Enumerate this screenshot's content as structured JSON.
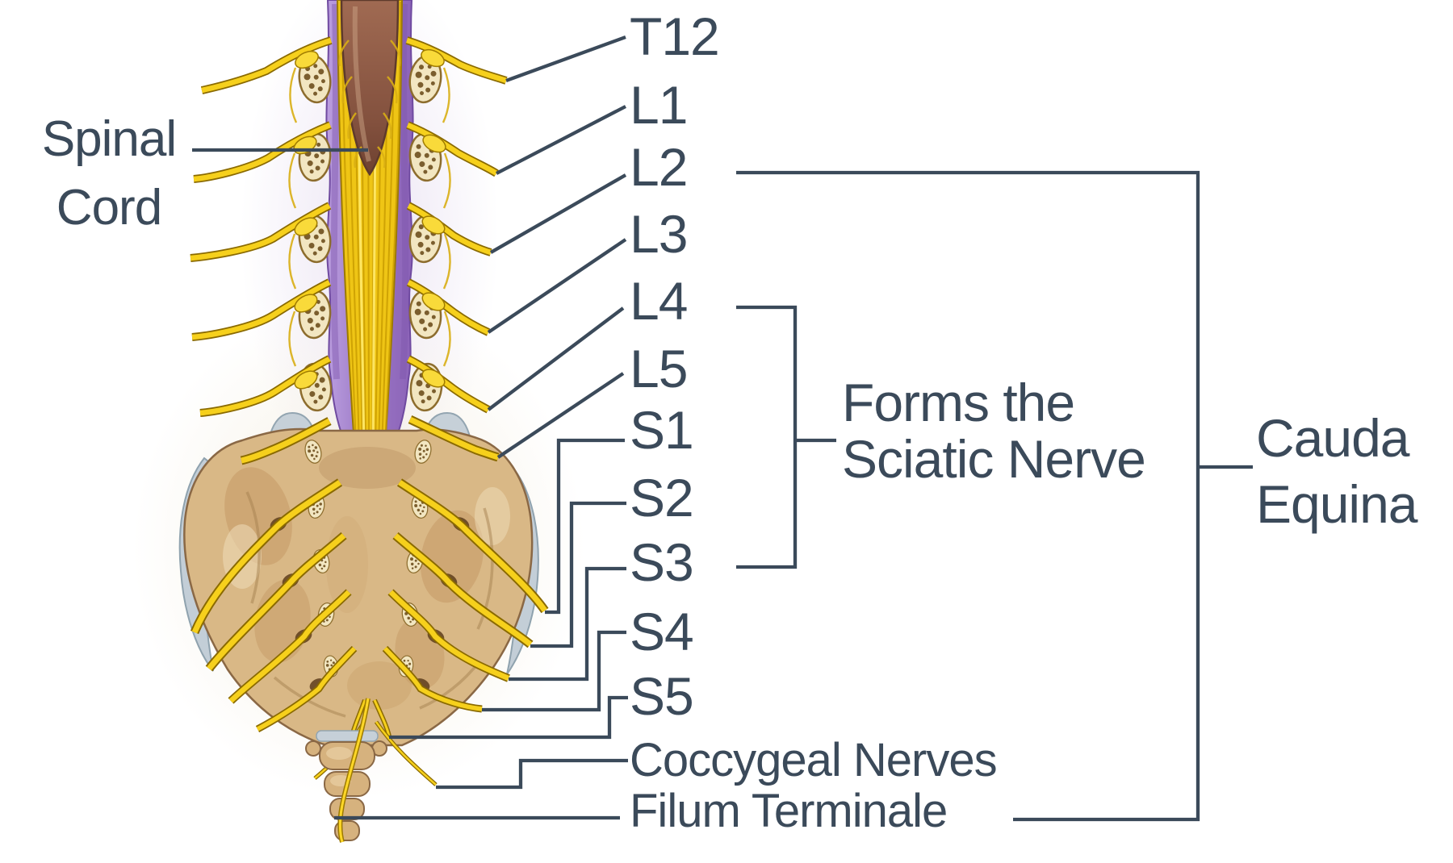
{
  "labels": {
    "spinal_cord": {
      "line1": "Spinal",
      "line2": "Cord"
    },
    "levels": [
      {
        "id": "T12",
        "text": "T12"
      },
      {
        "id": "L1",
        "text": "L1"
      },
      {
        "id": "L2",
        "text": "L2"
      },
      {
        "id": "L3",
        "text": "L3"
      },
      {
        "id": "L4",
        "text": "L4"
      },
      {
        "id": "L5",
        "text": "L5"
      },
      {
        "id": "S1",
        "text": "S1"
      },
      {
        "id": "S2",
        "text": "S2"
      },
      {
        "id": "S3",
        "text": "S3"
      },
      {
        "id": "S4",
        "text": "S4"
      },
      {
        "id": "S5",
        "text": "S5"
      },
      {
        "id": "coccygeal",
        "text": "Coccygeal Nerves"
      },
      {
        "id": "filum",
        "text": "Filum Terminale"
      }
    ],
    "sciatic": {
      "line1": "Forms the",
      "line2": "Sciatic Nerve"
    },
    "cauda": {
      "line1": "Cauda",
      "line2": "Equina"
    }
  },
  "colors": {
    "label_text": "#3b4a5a",
    "leader_line": "#3b4a5a",
    "nerve_yellow": "#f6d01c",
    "nerve_outline": "#8a6a00",
    "dura_purple": "#a584cd",
    "cord_brown": "#8e5a46",
    "bone_fill": "#f2e6c1",
    "bone_outline": "#8d6d2e",
    "sacrum_tan": "#d9b886",
    "cartilage_gray": "#c6d0d8",
    "background": "#ffffff"
  }
}
